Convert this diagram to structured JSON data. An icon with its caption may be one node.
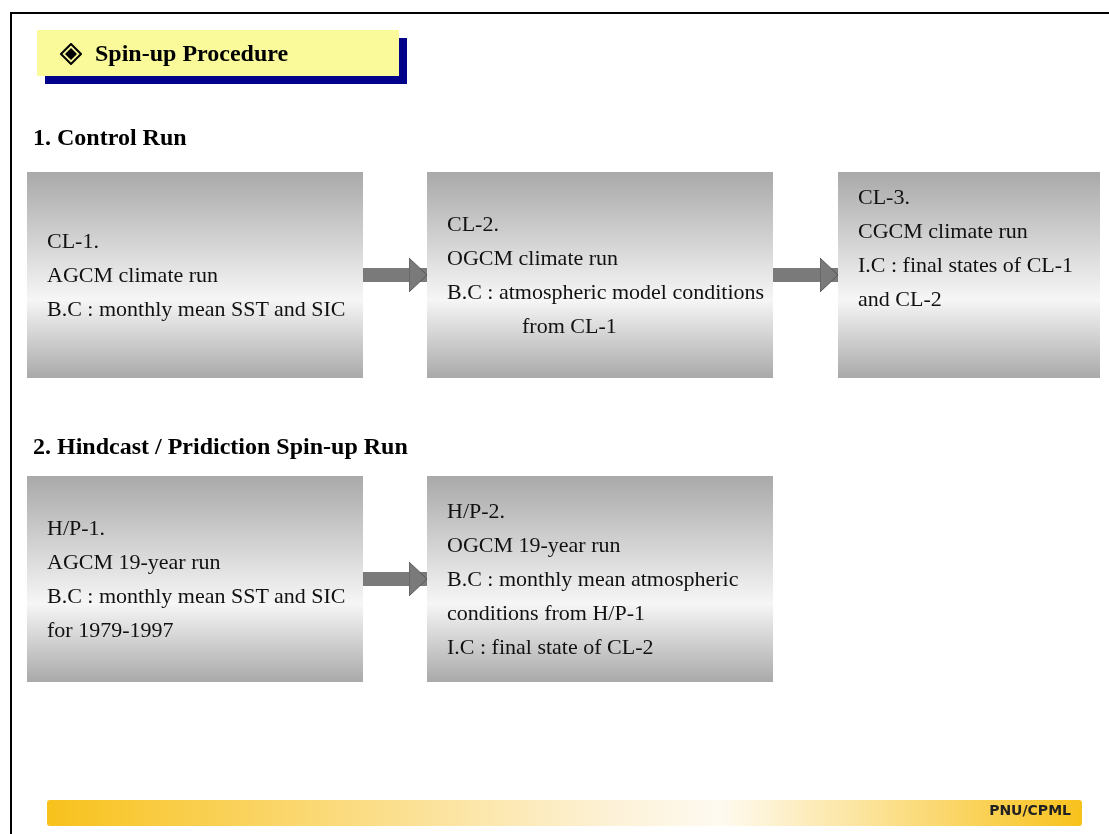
{
  "diagram": {
    "title": "Spin-up Procedure",
    "nodes": [
      {
        "text": [
          "CL-1.",
          "AGCM climate run",
          "B.C : monthly mean SST and SIC"
        ]
      },
      {
        "text": [
          "CL-2.",
          "OGCM climate run",
          "B.C : atmospheric model conditions from CL-1"
        ]
      },
      {
        "text": [
          "CL-3.",
          "CGCM climate run",
          "I.C : final states of CL-1 and CL-2"
        ]
      },
      {
        "text": [
          "H/P-1.",
          "AGCM 19-year run",
          "B.C : monthly mean SST and SIC for 1979-1997"
        ]
      },
      {
        "text": [
          "H/P-2.",
          "OGCM 19-year run",
          "B.C :  monthly mean atmospheric conditions from H/P-1",
          "I.C : final state of CL-2"
        ]
      }
    ],
    "edges": [
      {
        "from": 0,
        "to": 1,
        "arrow": "to"
      },
      {
        "from": 1,
        "to": 2,
        "arrow": "to"
      },
      {
        "from": 3,
        "to": 4,
        "arrow": "to"
      }
    ],
    "labels": [
      "1. Control Run",
      "2. Hindcast / Pridiction Spin-up Run",
      "PNU/CPML"
    ]
  }
}
